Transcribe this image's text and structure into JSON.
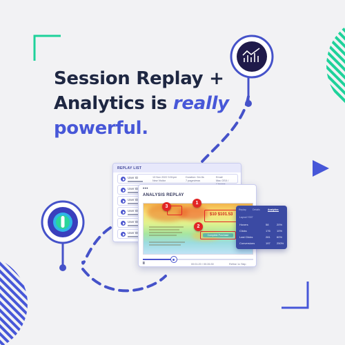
{
  "headline": {
    "line1": "Session Replay +",
    "line2_part1": "Analytics is ",
    "line2_em": "really",
    "line3": "powerful."
  },
  "colors": {
    "background": "#f2f2f4",
    "heading": "#1e2742",
    "accent": "#4757d8",
    "green_corner": "#1ed29a",
    "pin_dark": "#1f1a4a",
    "badge_red": "#e22525"
  },
  "icons": {
    "top_pin": "analytics-chart-icon",
    "left_pin": "app-logo-icon",
    "arrow": "play-triangle-icon"
  },
  "replay_list": {
    "title": "REPLAY LIST",
    "rows": [
      {
        "user": "User ID",
        "col1": "13 Nov 2022 5:51pm",
        "col1b": "New Visitor",
        "col2": "Duration: 5m 8s",
        "col2b": "7 pageviews",
        "col3": "Email",
        "col3b": "Mac OSX / Chrome"
      },
      {
        "user": "User ID"
      },
      {
        "user": "User ID"
      },
      {
        "user": "User ID"
      },
      {
        "user": "User ID"
      },
      {
        "user": "User ID"
      }
    ]
  },
  "analysis_replay": {
    "menu": "•••",
    "title": "ANALYSIS REPLAY",
    "badges": [
      "1",
      "2",
      "3"
    ],
    "price_text": "$10 $101.53",
    "button_text": "Complete Purchase",
    "pause": "II",
    "time": "00:01:20 / 00:26:30",
    "speed": "Refine   1x   Skip",
    "progress": 0.28
  },
  "analytics_panel": {
    "tabs": [
      "Replay",
      "Details",
      "Analytics"
    ],
    "active_tab": "Analytics",
    "subtitle": "Layout Y007",
    "rows": [
      {
        "label": "Hovers",
        "value": "58",
        "pct": "20%"
      },
      {
        "label": "Clicks",
        "value": "176",
        "pct": "10%"
      },
      {
        "label": "Last Clicks",
        "value": "281",
        "pct": "60%"
      },
      {
        "label": "Conversions",
        "value": "197",
        "pct": "250%"
      }
    ]
  }
}
